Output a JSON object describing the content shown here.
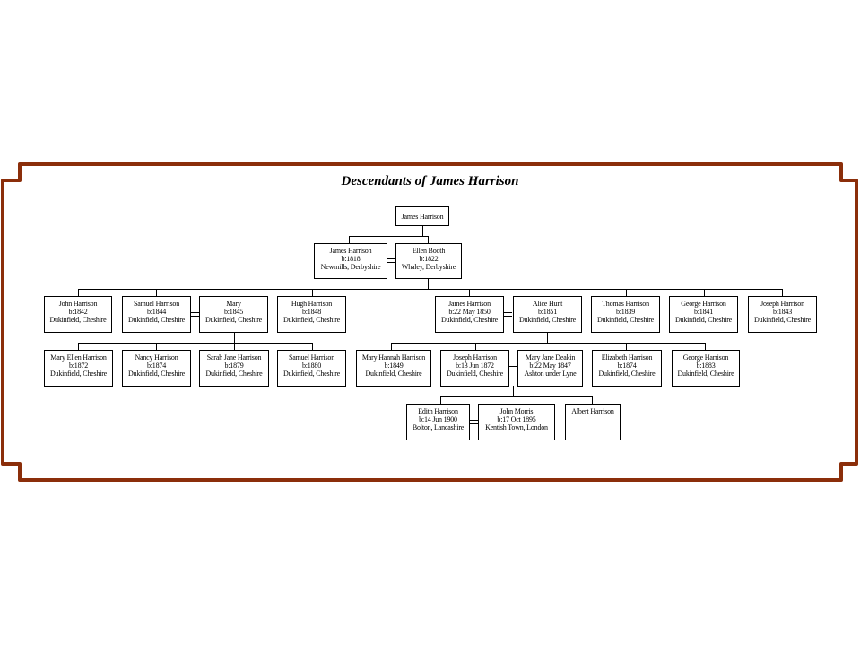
{
  "title": "Descendants of James Harrison",
  "colors": {
    "frame": "#8B2E0A",
    "line": "#000000",
    "box_bg": "#ffffff"
  },
  "people": {
    "root": {
      "name": "James Harrison"
    },
    "james_1818": {
      "name": "James Harrison",
      "birth": "b:1818",
      "place": "Newmills, Derbyshire"
    },
    "ellen_booth": {
      "name": "Ellen Booth",
      "birth": "b:1822",
      "place": "Whaley, Derbyshire"
    },
    "john_1842": {
      "name": "John Harrison",
      "birth": "b:1842",
      "place": "Dukinfield, Cheshire"
    },
    "samuel_1844": {
      "name": "Samuel Harrison",
      "birth": "b:1844",
      "place": "Dukinfield, Cheshire"
    },
    "mary_1845": {
      "name": "Mary",
      "birth": "b:1845",
      "place": "Dukinfield, Cheshire"
    },
    "hugh_1848": {
      "name": "Hugh Harrison",
      "birth": "b:1848",
      "place": "Dukinfield, Cheshire"
    },
    "james_1850": {
      "name": "James Harrison",
      "birth": "b:22 May 1850",
      "place": "Dukinfield, Cheshire"
    },
    "alice_hunt": {
      "name": "Alice Hunt",
      "birth": "b:1851",
      "place": "Dukinfield, Cheshire"
    },
    "thomas_1839": {
      "name": "Thomas Harrison",
      "birth": "b:1839",
      "place": "Dukinfield, Cheshire"
    },
    "george_1841": {
      "name": "George Harrison",
      "birth": "b:1841",
      "place": "Dukinfield, Cheshire"
    },
    "joseph_1843": {
      "name": "Joseph Harrison",
      "birth": "b:1843",
      "place": "Dukinfield, Cheshire"
    },
    "mary_ellen": {
      "name": "Mary Ellen Harrison",
      "birth": "b:1872",
      "place": "Dukinfield, Cheshire"
    },
    "nancy": {
      "name": "Nancy Harrison",
      "birth": "b:1874",
      "place": "Dukinfield, Cheshire"
    },
    "sarah_jane": {
      "name": "Sarah Jane Harrison",
      "birth": "b:1879",
      "place": "Dukinfield, Cheshire"
    },
    "samuel_1880": {
      "name": "Samuel Harrison",
      "birth": "b:1880",
      "place": "Dukinfield, Cheshire"
    },
    "mary_hannah": {
      "name": "Mary Hannah Harrison",
      "birth": "b:1849",
      "place": "Dukinfield, Cheshire"
    },
    "joseph_1872": {
      "name": "Joseph Harrison",
      "birth": "b:13 Jun 1872",
      "place": "Dukinfield, Cheshire"
    },
    "mary_jane_deakin": {
      "name": "Mary Jane Deakin",
      "birth": "b:22 May 1847",
      "place": "Ashton under Lyne"
    },
    "elizabeth": {
      "name": "Elizabeth Harrison",
      "birth": "b:1874",
      "place": "Dukinfield, Cheshire"
    },
    "george_1883": {
      "name": "George Harrison",
      "birth": "b:1883",
      "place": "Dukinfield, Cheshire"
    },
    "edith": {
      "name": "Edith Harrison",
      "birth": "b:14 Jun 1900",
      "place": "Bolton, Lancashire"
    },
    "john_morris": {
      "name": "John Morris",
      "birth": "b:17 Oct 1895",
      "place": "Kentish Town, London"
    },
    "albert": {
      "name": "Albert Harrison"
    }
  }
}
